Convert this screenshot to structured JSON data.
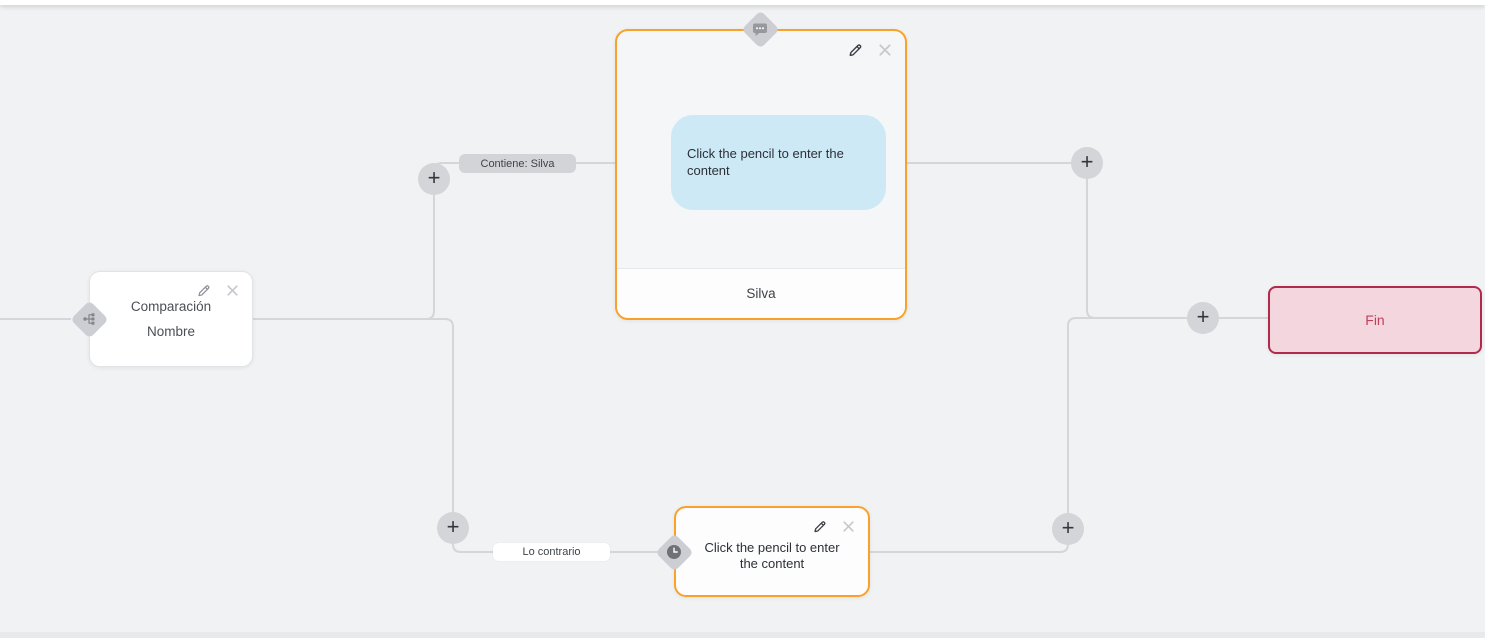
{
  "canvas": {
    "background_color": "#f1f2f4",
    "edge_color": "#d4d6da",
    "accent_orange": "#f9a22b"
  },
  "nodes": {
    "condition": {
      "type": "condition",
      "line1": "Comparación",
      "line2": "Nombre",
      "icon": "branch-icon"
    },
    "message": {
      "type": "message",
      "icon": "speech-bubble-icon",
      "bubble_text": "Click the pencil to enter the content",
      "bubble_color": "#cde9f6",
      "footer_label": "Silva"
    },
    "wait": {
      "type": "wait",
      "icon": "clock-icon",
      "text": "Click the pencil to enter the content"
    },
    "end": {
      "type": "end",
      "label": "Fin",
      "bg_color": "#f4d7de",
      "border_color": "#b02a4e",
      "text_color": "#c13e5c"
    }
  },
  "edge_labels": {
    "contains": "Contiene: Silva",
    "otherwise": "Lo contrario"
  },
  "controls": {
    "add_label": "+",
    "edit_icon": "pencil-icon",
    "delete_icon": "close-icon"
  }
}
